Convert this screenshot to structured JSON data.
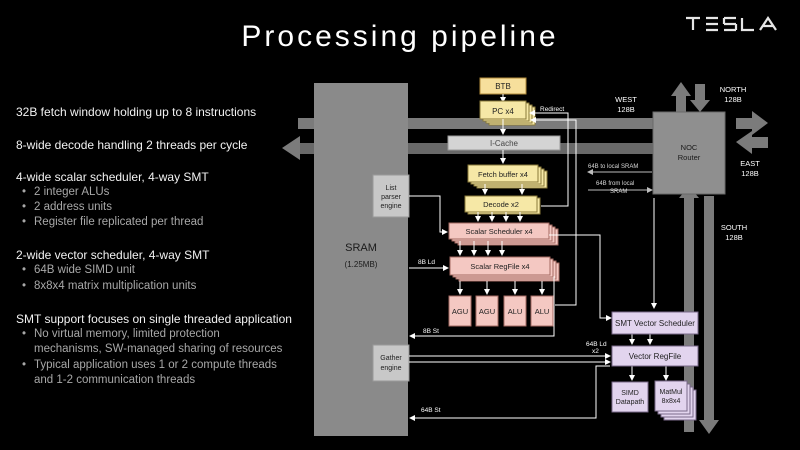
{
  "slide": {
    "title": "Processing pipeline",
    "brand": "TESLA"
  },
  "left_text": {
    "fetch": "32B fetch window holding up to 8 instructions",
    "decode": "8-wide decode handling 2 threads per cycle",
    "scalar": {
      "heading": "4-wide scalar scheduler, 4-way SMT",
      "items": [
        "2 integer ALUs",
        "2 address units",
        "Register file replicated per thread"
      ]
    },
    "vector": {
      "heading": "2-wide vector scheduler, 4-way SMT",
      "items": [
        "64B wide SIMD unit",
        "8x8x4 matrix multiplication units"
      ]
    },
    "smt": {
      "heading": "SMT support focuses on single threaded application",
      "items": [
        "No virtual memory, limited protection",
        "mechanisms, SW-managed sharing of resources",
        "Typical application uses 1 or 2 compute threads",
        "and 1-2 communication threads"
      ]
    }
  },
  "diagram": {
    "sram": {
      "label": "SRAM",
      "size": "(1.25MB)"
    },
    "list_parser": [
      "List",
      "parser",
      "engine"
    ],
    "gather": [
      "Gather",
      "engine"
    ],
    "btb": "BTB",
    "pc": "PC x4",
    "redirect": "Redirect",
    "icache": "I-Cache",
    "fetch_buffer": "Fetch  buffer x4",
    "decode": "Decode x2",
    "scalar_scheduler": "Scalar Scheduler x4",
    "scalar_regfile": "Scalar RegFile x4",
    "units": [
      "AGU",
      "AGU",
      "ALU",
      "ALU"
    ],
    "ld_8b": "8B Ld",
    "st_8b": "8B St",
    "ld_64b": [
      "64B Ld",
      "x2"
    ],
    "st_64b": "64B St",
    "smt_vector_scheduler": "SMT Vector Scheduler",
    "vector_regfile": "Vector RegFile",
    "simd": [
      "SIMD",
      "Datapath"
    ],
    "matmul": [
      "MatMul",
      "8x8x4"
    ],
    "noc": [
      "NOC",
      "Router"
    ],
    "west": [
      "WEST",
      "128B"
    ],
    "north": [
      "NORTH",
      "128B"
    ],
    "east": [
      "EAST",
      "128B"
    ],
    "south": [
      "SOUTH",
      "128B"
    ],
    "to_local_sram": "64B to local SRAM",
    "from_local_sram": [
      "64B from local",
      "SRAM"
    ]
  },
  "colors": {
    "background": "#000000",
    "btb_fill": "#f7df9c",
    "pipeline_fill": "#f6e8a6",
    "scheduler_fill": "#f4c8c2",
    "vector_fill": "#e2d4ee",
    "gray_block": "#8a8a8a",
    "arrow_gray": "#808080"
  }
}
